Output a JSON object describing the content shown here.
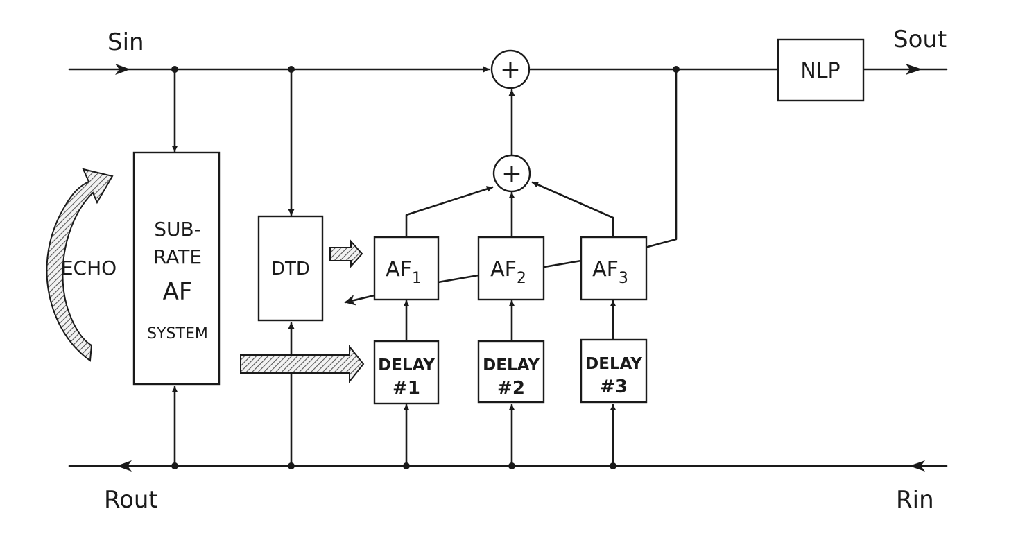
{
  "signals": {
    "sin": "Sin",
    "sout": "Sout",
    "rin": "Rin",
    "rout": "Rout"
  },
  "echo_label": "ECHO",
  "blocks": {
    "nlp": "NLP",
    "dtd": "DTD",
    "subrate": [
      "SUB-",
      "RATE",
      "AF",
      "SYSTEM"
    ],
    "af": [
      {
        "main": "AF",
        "sub": "1"
      },
      {
        "main": "AF",
        "sub": "2"
      },
      {
        "main": "AF",
        "sub": "3"
      }
    ],
    "delay": [
      {
        "line1": "DELAY",
        "line2": "#1"
      },
      {
        "line1": "DELAY",
        "line2": "#2"
      },
      {
        "line1": "DELAY",
        "line2": "#3"
      }
    ]
  },
  "summers": [
    "+",
    "+"
  ]
}
